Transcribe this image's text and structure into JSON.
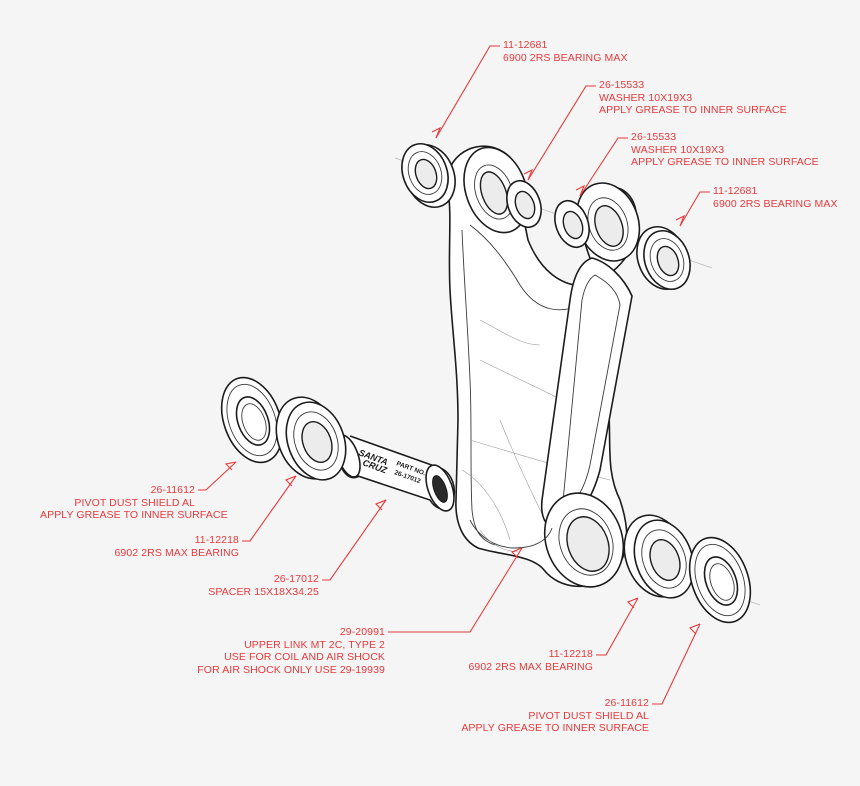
{
  "callouts": [
    {
      "id": "top-left-bearing",
      "part_no": "11-12681",
      "lines": [
        "6900 2RS BEARING MAX"
      ]
    },
    {
      "id": "top-washer-1",
      "part_no": "26-15533",
      "lines": [
        "WASHER 10X19X3",
        "APPLY GREASE TO INNER SURFACE"
      ]
    },
    {
      "id": "top-washer-2",
      "part_no": "26-15533",
      "lines": [
        "WASHER 10X19X3",
        "APPLY GREASE TO INNER SURFACE"
      ]
    },
    {
      "id": "top-right-bearing",
      "part_no": "11-12681",
      "lines": [
        "6900 2RS BEARING MAX"
      ]
    },
    {
      "id": "left-dust-shield",
      "part_no": "26-11612",
      "lines": [
        "PIVOT DUST SHIELD AL",
        "APPLY GREASE TO INNER SURFACE"
      ]
    },
    {
      "id": "left-bearing",
      "part_no": "11-12218",
      "lines": [
        "6902 2RS MAX BEARING"
      ]
    },
    {
      "id": "spacer",
      "part_no": "26-17012",
      "lines": [
        "SPACER 15X18X34.25"
      ]
    },
    {
      "id": "upper-link",
      "part_no": "29-20991",
      "lines": [
        "UPPER LINK MT 2C, TYPE 2",
        "USE FOR COIL AND AIR SHOCK",
        "FOR AIR SHOCK ONLY USE 29-19939"
      ]
    },
    {
      "id": "right-bearing",
      "part_no": "11-12218",
      "lines": [
        "6902 2RS MAX BEARING"
      ]
    },
    {
      "id": "right-dust-shield",
      "part_no": "26-11612",
      "lines": [
        "PIVOT DUST SHIELD AL",
        "APPLY GREASE TO INNER SURFACE"
      ]
    }
  ],
  "spacer_marking": {
    "brand_line_1": "SANTA",
    "brand_line_2": "CRUZ",
    "label": "PART NO.",
    "number": "26-17012"
  },
  "colors": {
    "background": "#f5f5f5",
    "callout": "#e8393b",
    "linework": "#1c1c1c"
  }
}
